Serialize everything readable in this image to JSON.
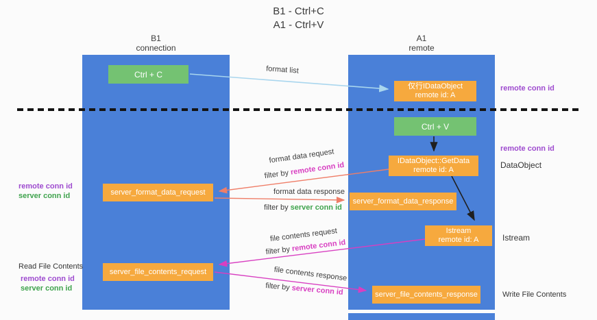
{
  "title": {
    "line1": "B1 - Ctrl+C",
    "line2": "A1 - Ctrl+V"
  },
  "lifelines": {
    "left": {
      "name": "B1",
      "subtitle": "connection"
    },
    "right": {
      "name": "A1",
      "subtitle": "remote"
    }
  },
  "boxes": {
    "ctrl_c": {
      "label": "Ctrl + C"
    },
    "ctrl_v": {
      "label": "Ctrl + V"
    },
    "clipboard_object": {
      "line1": "仅行IDataObject",
      "line2": "remote id: A"
    },
    "getdata": {
      "line1": "IDataObject::GetData",
      "line2": "remote id: A"
    },
    "istream": {
      "line1": "Istream",
      "line2": "remote id: A"
    },
    "format_request": {
      "label": "server_format_data_request"
    },
    "format_response": {
      "label": "server_format_data_response"
    },
    "file_request": {
      "label": "server_file_contents_request"
    },
    "file_response": {
      "label": "server_file_contents_response"
    }
  },
  "arrows": {
    "format_list": {
      "label": "format list"
    },
    "format_request": {
      "label": "format data request",
      "filter_prefix": "filter by ",
      "filter_id": "remote conn id"
    },
    "format_response": {
      "label": "format data response",
      "filter_prefix": "filter by ",
      "filter_id": "server conn id"
    },
    "file_request": {
      "label": "file contents request",
      "filter_prefix": "filter by ",
      "filter_id": "remote conn id"
    },
    "file_response": {
      "label": "file contents response",
      "filter_prefix": "filter by ",
      "filter_id": "server conn id"
    }
  },
  "side_labels": {
    "right_remote_conn_top": "remote conn id",
    "right_remote_conn_mid": "remote conn id",
    "right_dataobject": "DataObject",
    "right_istream": "Istream",
    "right_write_file": "Write File Contents",
    "left_remote_conn_top": "remote conn id",
    "left_server_conn_top": "server conn id",
    "left_read_file": "Read File Contents",
    "left_remote_conn_bottom": "remote conn id",
    "left_server_conn_bottom": "server conn id"
  },
  "colors": {
    "lifeline_blue": "#4a80d8",
    "box_orange": "#f6a93e",
    "box_green": "#74c272",
    "purple_text": "#9e4bcf",
    "green_text": "#3fa34d",
    "magenta_arrow": "#d83fc1",
    "salmon_arrow": "#ef7e68",
    "light_blue_arrow": "#a9d6ee",
    "black_arrow": "#1f1f1f"
  }
}
